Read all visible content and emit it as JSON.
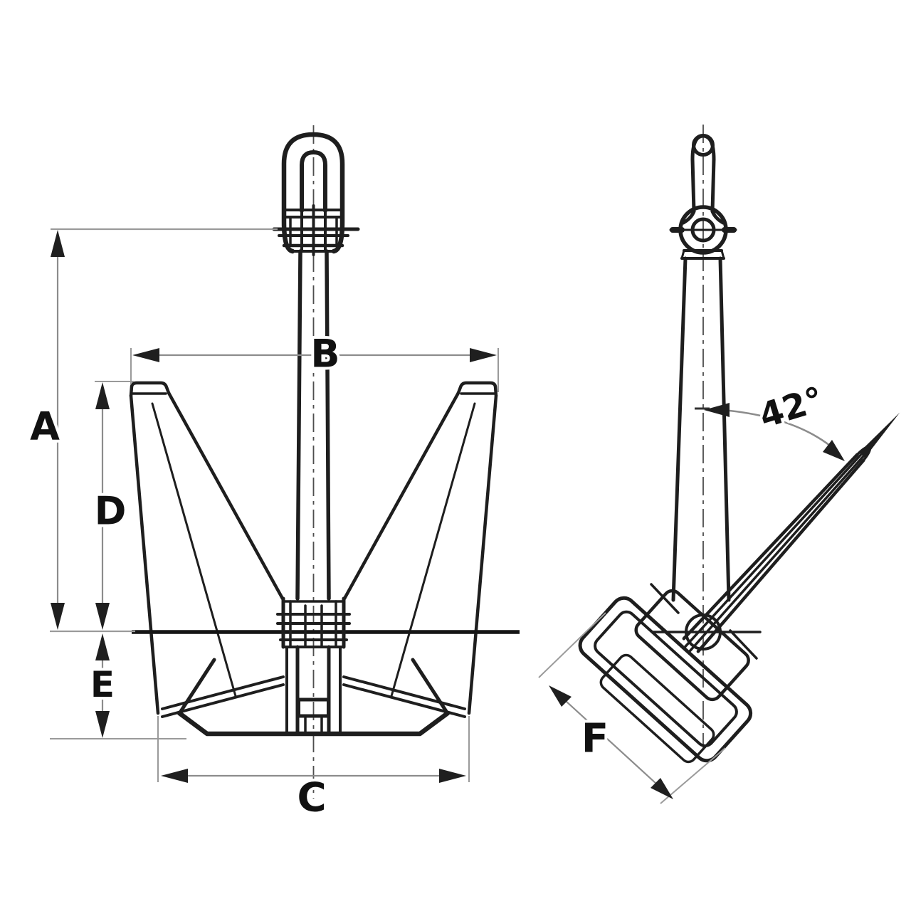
{
  "diagram": {
    "background_color": "#ffffff",
    "ink_color": "#1e1e1e",
    "dimension_line_color": "#8c8c8c",
    "label_color": "#111111",
    "dimension_labels": {
      "A": "A",
      "B": "B",
      "C": "C",
      "D": "D",
      "E": "E",
      "F": "F"
    },
    "angle_label": "42°"
  }
}
